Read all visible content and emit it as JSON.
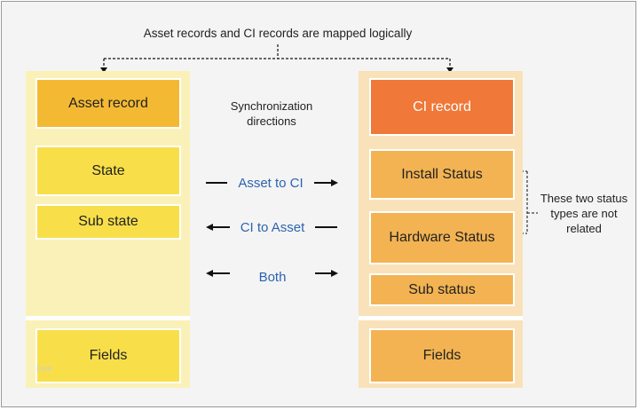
{
  "title": "Asset records and CI records are mapped logically",
  "sync_heading": "Synchronization directions",
  "left_column": {
    "header": "Asset record",
    "items": [
      "State",
      "Sub state"
    ],
    "fields": "Fields"
  },
  "right_column": {
    "header": "CI record",
    "items": [
      "Install Status",
      "Hardware Status",
      "Sub status"
    ],
    "fields": "Fields"
  },
  "directions": [
    {
      "label": "Asset to CI",
      "direction": "left-to-right"
    },
    {
      "label": "CI to Asset",
      "direction": "right-to-left"
    },
    {
      "label": "Both",
      "direction": "bidirectional"
    }
  ],
  "note": "These two status types are not related",
  "watermark": "Ewe",
  "colors": {
    "asset_header": "#f4b933",
    "asset_item": "#f8df4a",
    "ci_header": "#f07838",
    "ci_item": "#f3b352",
    "direction_text": "#2d63b0"
  }
}
